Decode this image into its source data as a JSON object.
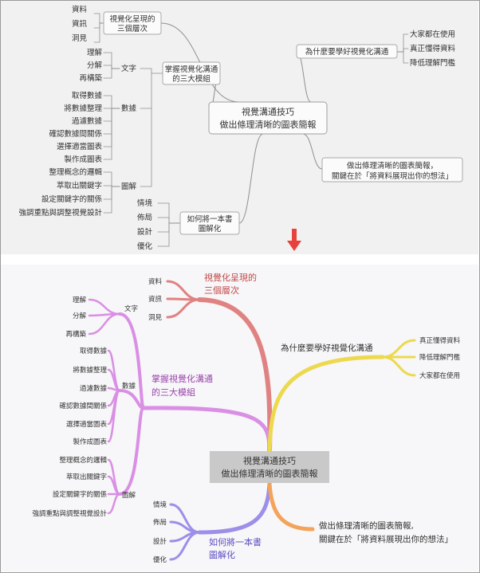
{
  "top": {
    "center": [
      "視覺溝通技巧",
      "做出條理清晰的圖表簡報"
    ],
    "b1": {
      "title": [
        "視覺化呈現的",
        "三個層次"
      ],
      "leaves": [
        "資料",
        "資訊",
        "洞見"
      ]
    },
    "b2": {
      "title": [
        "掌握視覺化溝通",
        "的三大模組"
      ],
      "text": {
        "label": "文字",
        "leaves": [
          "理解",
          "分解",
          "再構築"
        ]
      },
      "data": {
        "label": "數據",
        "leaves": [
          "取得數據",
          "將數據整理",
          "過濾數據",
          "確認數據間關係",
          "選擇適當圖表",
          "製作成圖表"
        ]
      },
      "diagram": {
        "label": "圖解",
        "leaves": [
          "整理概念的邏輯",
          "萃取出關鍵字",
          "設定關鍵字的關係",
          "強調重點與調整視覺設計"
        ]
      }
    },
    "b3": {
      "title": [
        "如何將一本書",
        "圖解化"
      ],
      "leaves": [
        "情境",
        "佈局",
        "設計",
        "優化"
      ]
    },
    "r1": {
      "title": "為什麼要學好視覺化溝通",
      "leaves": [
        "大家都在使用",
        "真正懂得資料",
        "降低理解門檻"
      ]
    },
    "r2": {
      "title": [
        "做出條理清晰的圖表簡報，",
        "關鍵在於「將資料展現出你的想法」"
      ]
    }
  },
  "bottom": {
    "center": [
      "視覺溝通技巧",
      "做出條理清晰的圖表簡報"
    ],
    "b1": {
      "title": [
        "視覺化呈現的",
        "三個層次"
      ],
      "leaves": [
        "資料",
        "資訊",
        "洞見"
      ]
    },
    "b2": {
      "title": [
        "掌握視覺化溝通",
        "的三大模組"
      ],
      "text": {
        "label": "文字",
        "leaves": [
          "理解",
          "分解",
          "再構築"
        ]
      },
      "data": {
        "label": "數據",
        "leaves": [
          "取得數據",
          "將數據整理",
          "過濾數據",
          "確認數據間關係",
          "選擇適當圖表",
          "製作成圖表"
        ]
      },
      "diagram": {
        "label": "圖解",
        "leaves": [
          "整理概念的邏輯",
          "萃取出關鍵字",
          "設定關鍵字的關係",
          "強調重點與調整視覺設計"
        ]
      }
    },
    "b3": {
      "title": [
        "如何將一本書",
        "圖解化"
      ],
      "leaves": [
        "情境",
        "佈局",
        "設計",
        "優化"
      ]
    },
    "r1": {
      "title": "為什麼要學好視覺化溝通",
      "leaves": [
        "真正懂得資料",
        "降低理解門檻",
        "大家都在使用"
      ]
    },
    "r2": {
      "title": [
        "做出條理清晰的圖表簡報,",
        "關鍵在於「將資料展現出你的想法」"
      ]
    }
  },
  "colors": {
    "arrow": "#e8413c",
    "b1": "#e08282",
    "b2": "#d98fe4",
    "b3": "#9b8fe8",
    "r1": "#ecd94e",
    "r2": "#f4a35a",
    "center_box": "#c9c9c9",
    "top_line": "#8f8f8f"
  }
}
